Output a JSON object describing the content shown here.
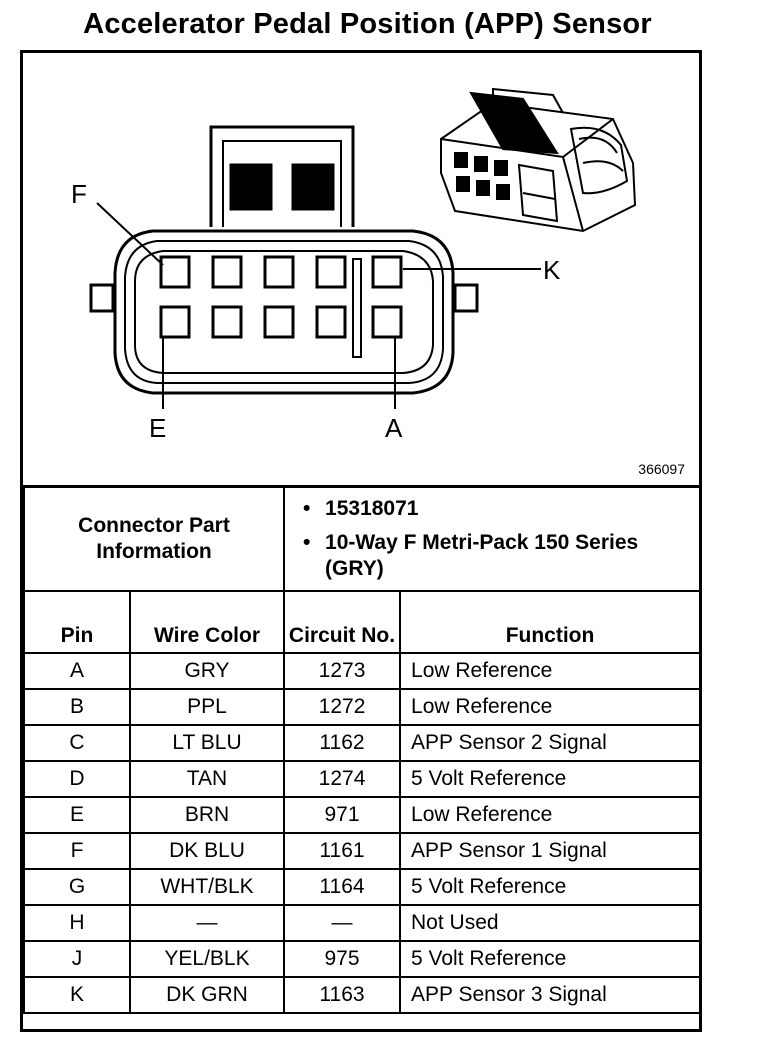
{
  "title": "Accelerator Pedal Position (APP) Sensor",
  "figure": {
    "figure_id": "366097",
    "pin_labels": {
      "f": "F",
      "k": "K",
      "e": "E",
      "a": "A"
    }
  },
  "connector_info": {
    "label": "Connector Part Information",
    "items": [
      "15318071",
      "10-Way F Metri-Pack 150 Series (GRY)"
    ]
  },
  "columns": {
    "pin": "Pin",
    "wire_color": "Wire Color",
    "circuit_no": "Circuit No.",
    "function": "Function"
  },
  "rows": [
    {
      "pin": "A",
      "wire": "GRY",
      "circuit": "1273",
      "function": "Low Reference"
    },
    {
      "pin": "B",
      "wire": "PPL",
      "circuit": "1272",
      "function": "Low Reference"
    },
    {
      "pin": "C",
      "wire": "LT BLU",
      "circuit": "1162",
      "function": "APP Sensor 2 Signal"
    },
    {
      "pin": "D",
      "wire": "TAN",
      "circuit": "1274",
      "function": "5 Volt Reference"
    },
    {
      "pin": "E",
      "wire": "BRN",
      "circuit": "971",
      "function": "Low Reference"
    },
    {
      "pin": "F",
      "wire": "DK BLU",
      "circuit": "1161",
      "function": "APP Sensor 1 Signal"
    },
    {
      "pin": "G",
      "wire": "WHT/BLK",
      "circuit": "1164",
      "function": "5 Volt Reference"
    },
    {
      "pin": "H",
      "wire": "—",
      "circuit": "—",
      "function": "Not Used"
    },
    {
      "pin": "J",
      "wire": "YEL/BLK",
      "circuit": "975",
      "function": "5 Volt Reference"
    },
    {
      "pin": "K",
      "wire": "DK GRN",
      "circuit": "1163",
      "function": "APP Sensor 3 Signal"
    }
  ]
}
